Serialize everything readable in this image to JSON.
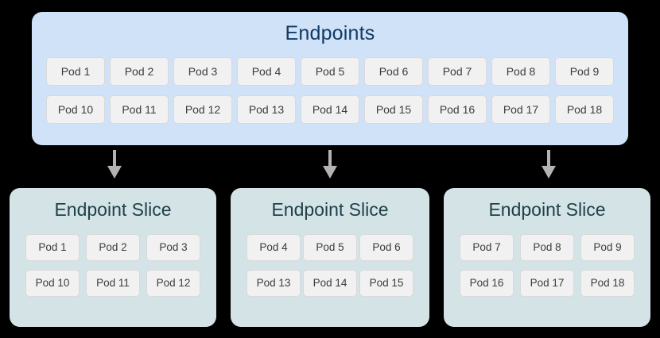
{
  "diagram": {
    "type": "kubernetes-endpoints-to-endpointslices",
    "colors": {
      "background": "#000000",
      "endpoints_box_fill": "#cfe2f7",
      "endpoints_title_text": "#123a63",
      "slice_box_fill": "#d4e3e6",
      "slice_title_text": "#1f4049",
      "chip_fill": "#f1f1f1",
      "chip_border": "#d9d9d9",
      "chip_text": "#3c3c3c",
      "arrow_color": "#b3b3b3"
    }
  },
  "endpoints": {
    "title": "Endpoints",
    "rows": [
      [
        "Pod 1",
        "Pod 2",
        "Pod 3",
        "Pod 4",
        "Pod 5",
        "Pod 6",
        "Pod 7",
        "Pod 8",
        "Pod 9"
      ],
      [
        "Pod 10",
        "Pod 11",
        "Pod 12",
        "Pod 13",
        "Pod 14",
        "Pod 15",
        "Pod 16",
        "Pod 17",
        "Pod 18"
      ]
    ]
  },
  "arrows": [
    {
      "name": "arrow-to-slice-1",
      "glyph": "down-arrow-icon"
    },
    {
      "name": "arrow-to-slice-2",
      "glyph": "down-arrow-icon"
    },
    {
      "name": "arrow-to-slice-3",
      "glyph": "down-arrow-icon"
    }
  ],
  "slices": [
    {
      "title": "Endpoint Slice",
      "rows": [
        [
          "Pod 1",
          "Pod 2",
          "Pod 3"
        ],
        [
          "Pod 10",
          "Pod 11",
          "Pod 12"
        ]
      ]
    },
    {
      "title": "Endpoint Slice",
      "rows": [
        [
          "Pod 4",
          "Pod 5",
          "Pod 6"
        ],
        [
          "Pod 13",
          "Pod 14",
          "Pod 15"
        ]
      ]
    },
    {
      "title": "Endpoint Slice",
      "rows": [
        [
          "Pod 7",
          "Pod 8",
          "Pod 9"
        ],
        [
          "Pod 16",
          "Pod 17",
          "Pod 18"
        ]
      ]
    }
  ]
}
